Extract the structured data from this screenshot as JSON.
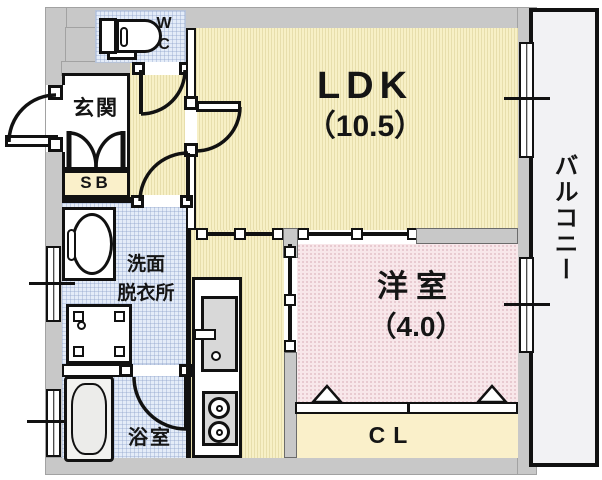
{
  "rooms": {
    "ldk": {
      "name": "LDK",
      "size": "（10.5）"
    },
    "western_room": {
      "name": "洋室",
      "size": "（4.0）"
    },
    "balcony": {
      "name": "バルコニー"
    },
    "entrance": {
      "name": "玄関"
    },
    "shoe_box": {
      "name": "SB"
    },
    "toilet": {
      "line1": "W",
      "line2": "C"
    },
    "washroom": {
      "line1": "洗面",
      "line2": "脱衣所"
    },
    "bathroom": {
      "name": "浴室"
    },
    "closet": {
      "name": "CL"
    }
  },
  "colors": {
    "wall_gray": "#c8c8c8",
    "floor_cream": "#f7f0c6",
    "room_pink": "#f8e7ea",
    "wet_area_blue": "#e4ecf8",
    "balcony_white": "#f2f2f4",
    "line_black": "#111111"
  }
}
